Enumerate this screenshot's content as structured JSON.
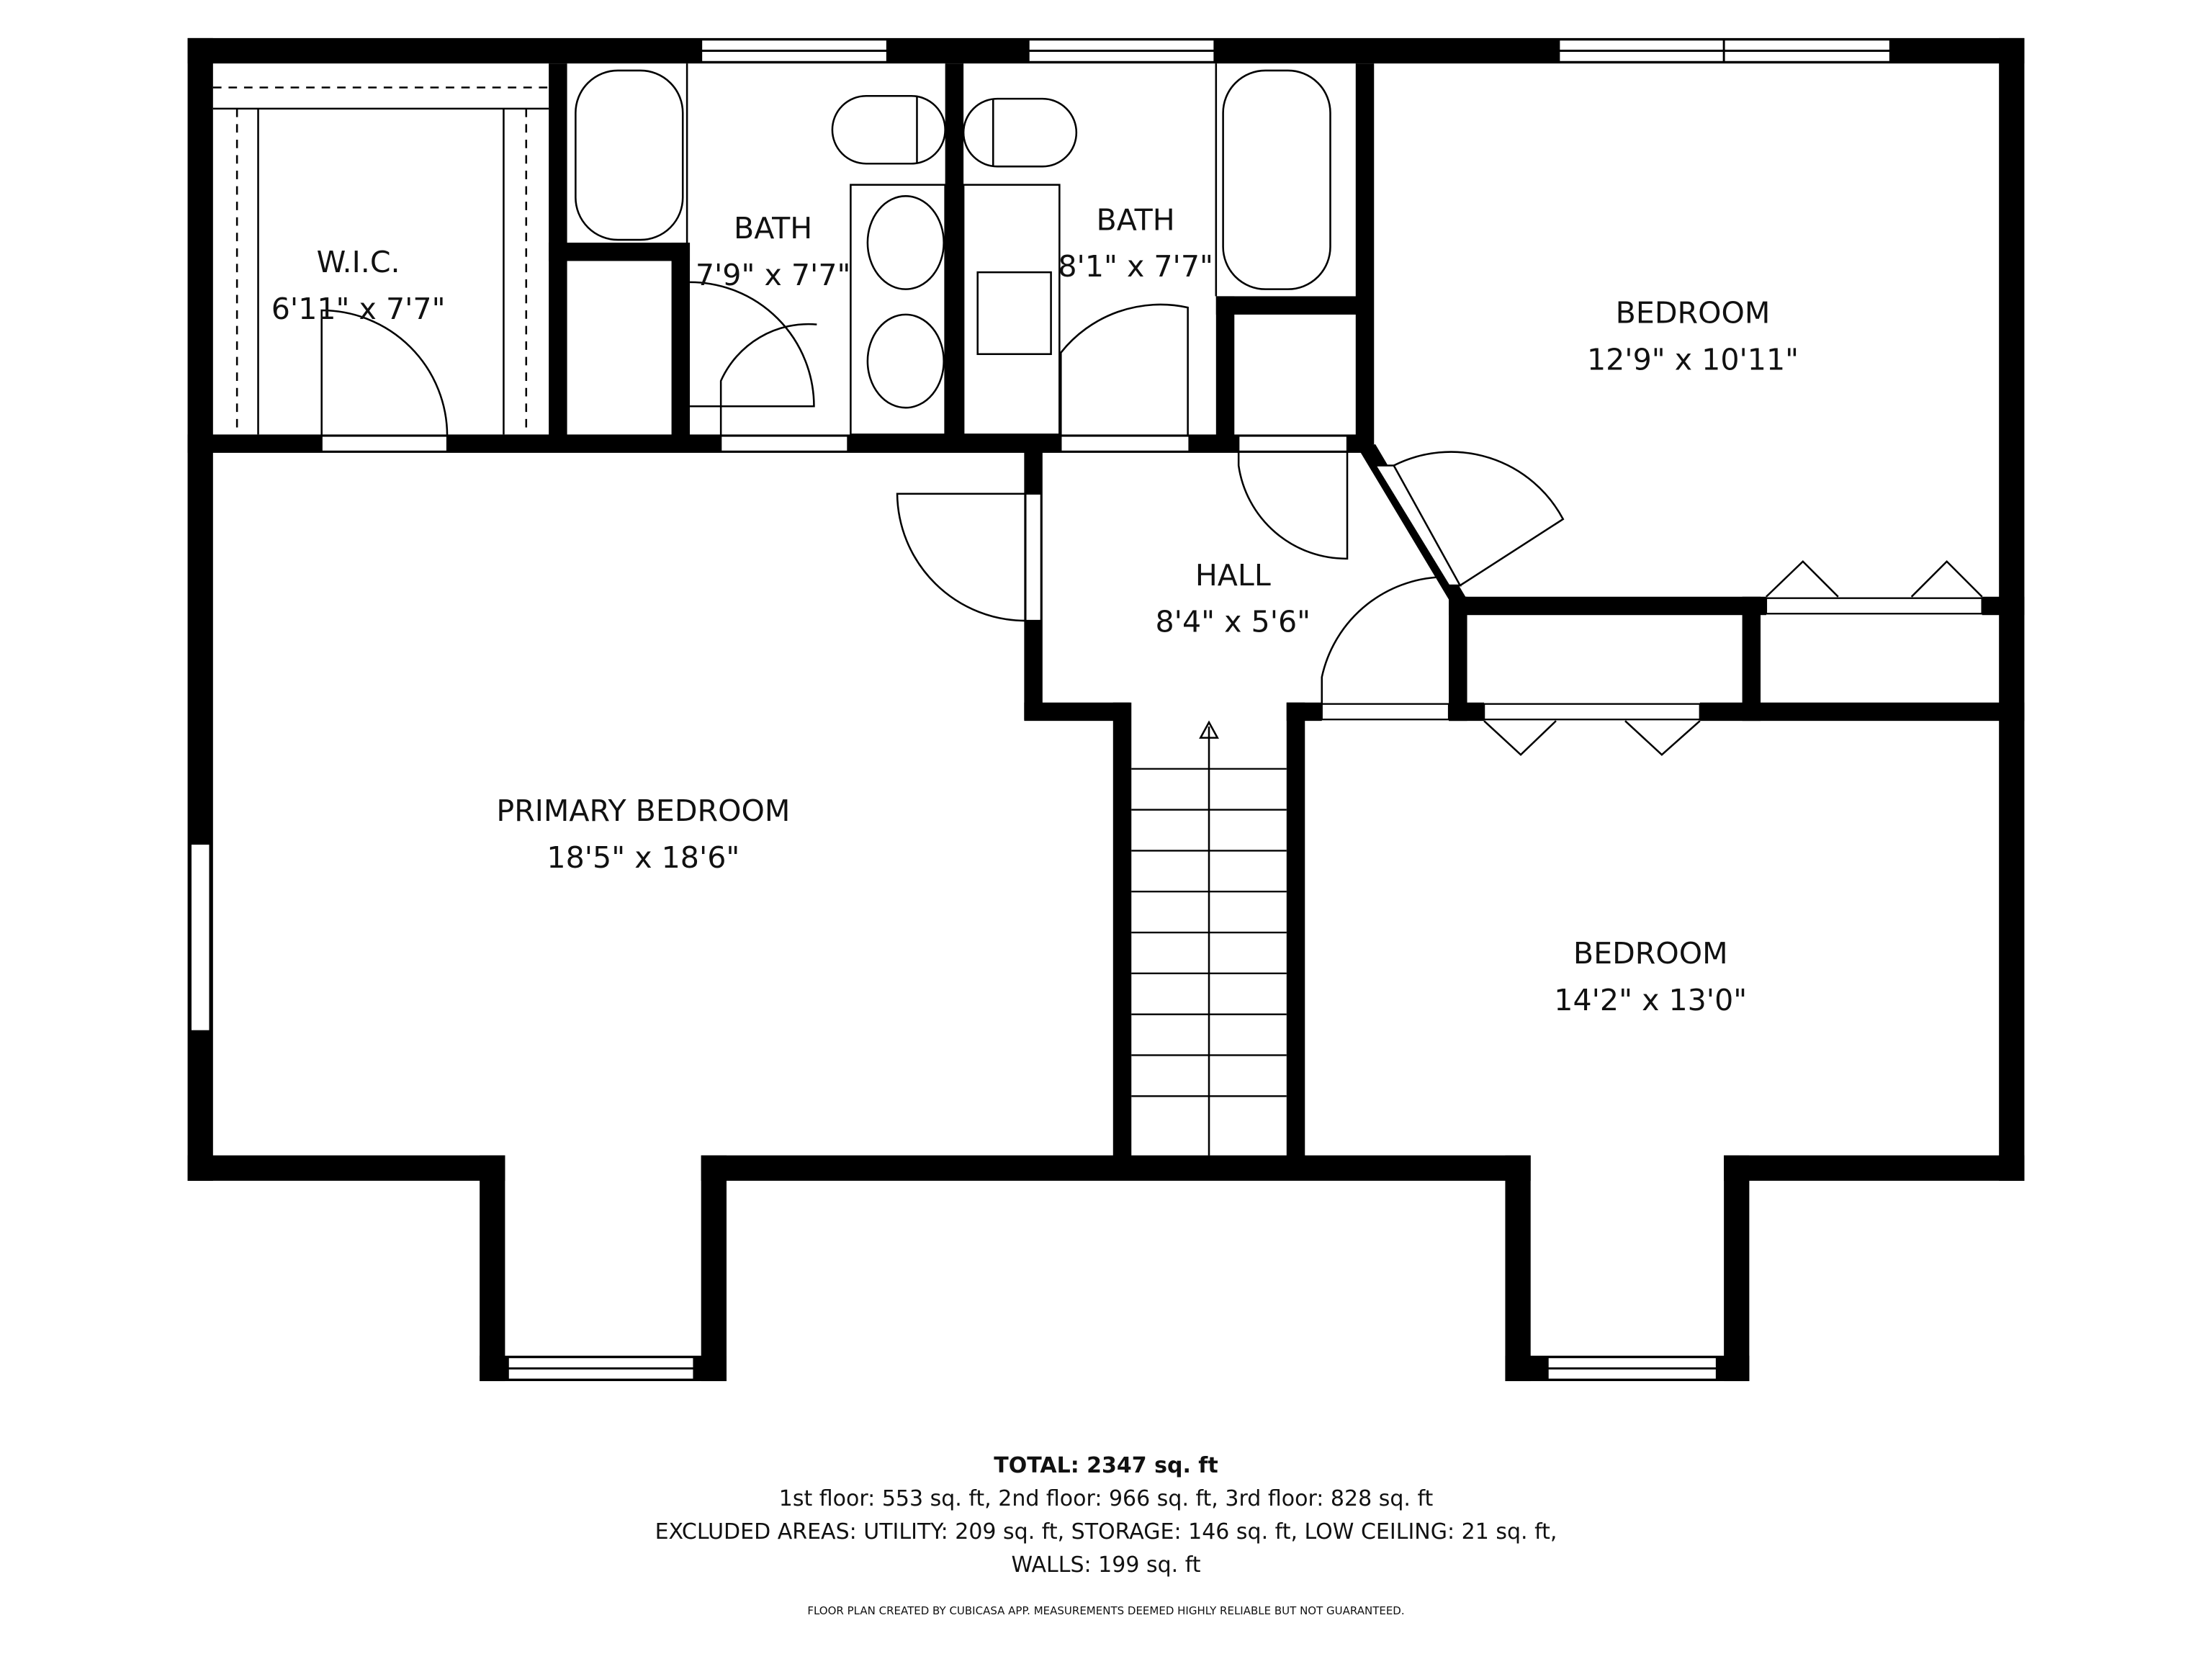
{
  "floorplan": {
    "rooms": [
      {
        "name": "W.I.C.",
        "dims": "6'11\" x 7'7\""
      },
      {
        "name": "BATH",
        "dims": "7'9\" x 7'7\""
      },
      {
        "name": "BATH",
        "dims": "8'1\" x 7'7\""
      },
      {
        "name": "BEDROOM",
        "dims": "12'9\" x 10'11\""
      },
      {
        "name": "HALL",
        "dims": "8'4\" x 5'6\""
      },
      {
        "name": "PRIMARY BEDROOM",
        "dims": "18'5\" x 18'6\""
      },
      {
        "name": "BEDROOM",
        "dims": "14'2\" x 13'0\""
      }
    ],
    "wall_color": "#000000",
    "background": "#ffffff"
  },
  "footer": {
    "total": "TOTAL: 2347 sq. ft",
    "floors": "1st floor: 553 sq. ft, 2nd floor: 966 sq. ft, 3rd floor: 828 sq. ft",
    "excluded": "EXCLUDED AREAS: UTILITY: 209 sq. ft, STORAGE: 146 sq. ft, LOW CEILING: 21 sq. ft,",
    "walls": "WALLS: 199 sq. ft",
    "credit": "FLOOR PLAN CREATED BY CUBICASA APP. MEASUREMENTS DEEMED HIGHLY RELIABLE BUT NOT GUARANTEED."
  }
}
